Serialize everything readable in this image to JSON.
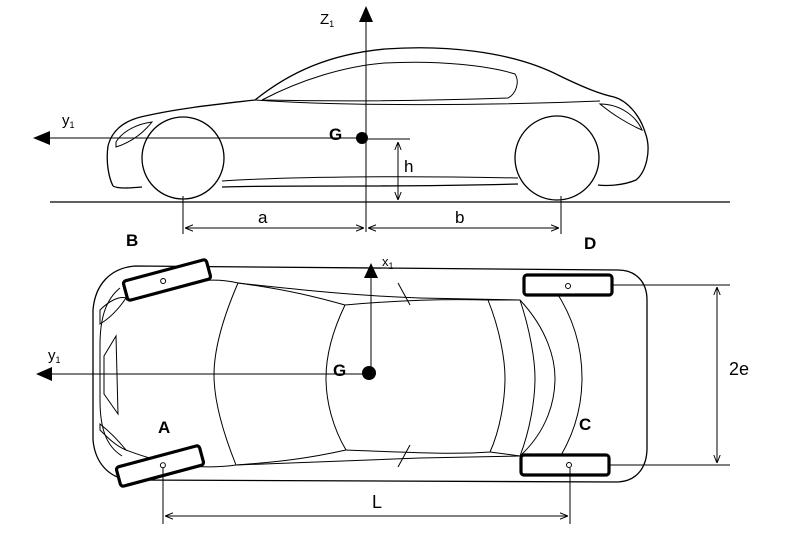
{
  "side_view": {
    "labels": {
      "z_axis": "Z",
      "z_sub": "1",
      "y_axis": "y",
      "y_sub": "1",
      "cog": "G",
      "height": "h",
      "front_dist": "a",
      "rear_dist": "b"
    }
  },
  "top_view": {
    "labels": {
      "x_axis": "x",
      "x_sub": "1",
      "y_axis": "y",
      "y_sub": "1",
      "cog": "G",
      "wheel_a": "A",
      "wheel_b": "B",
      "wheel_c": "C",
      "wheel_d": "D",
      "track": "2e",
      "wheelbase": "L"
    }
  }
}
